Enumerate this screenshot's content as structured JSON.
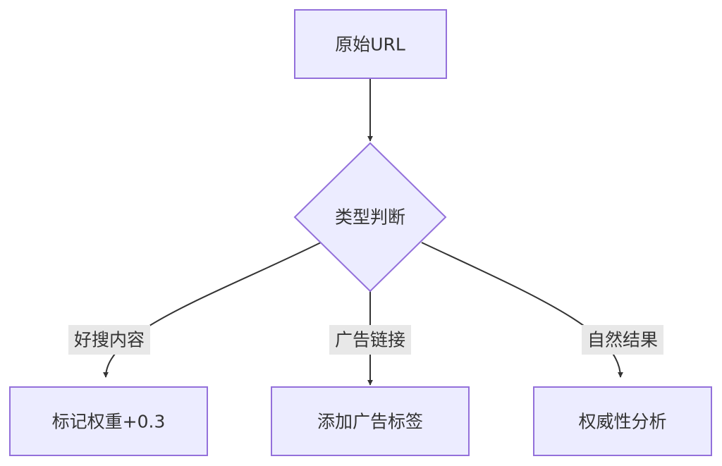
{
  "nodes": {
    "start": {
      "label": "原始URL"
    },
    "decision": {
      "label": "类型判断"
    },
    "left": {
      "label": "标记权重+0.3"
    },
    "middle": {
      "label": "添加广告标签"
    },
    "right": {
      "label": "权威性分析"
    }
  },
  "edges": {
    "left": {
      "label": "好搜内容"
    },
    "middle": {
      "label": "广告链接"
    },
    "right": {
      "label": "自然结果"
    }
  },
  "colors": {
    "node_fill": "#ECECFF",
    "node_stroke": "#9370DB",
    "edge": "#333333",
    "edge_label_bg": "#E8E8E8",
    "text": "#333333"
  }
}
